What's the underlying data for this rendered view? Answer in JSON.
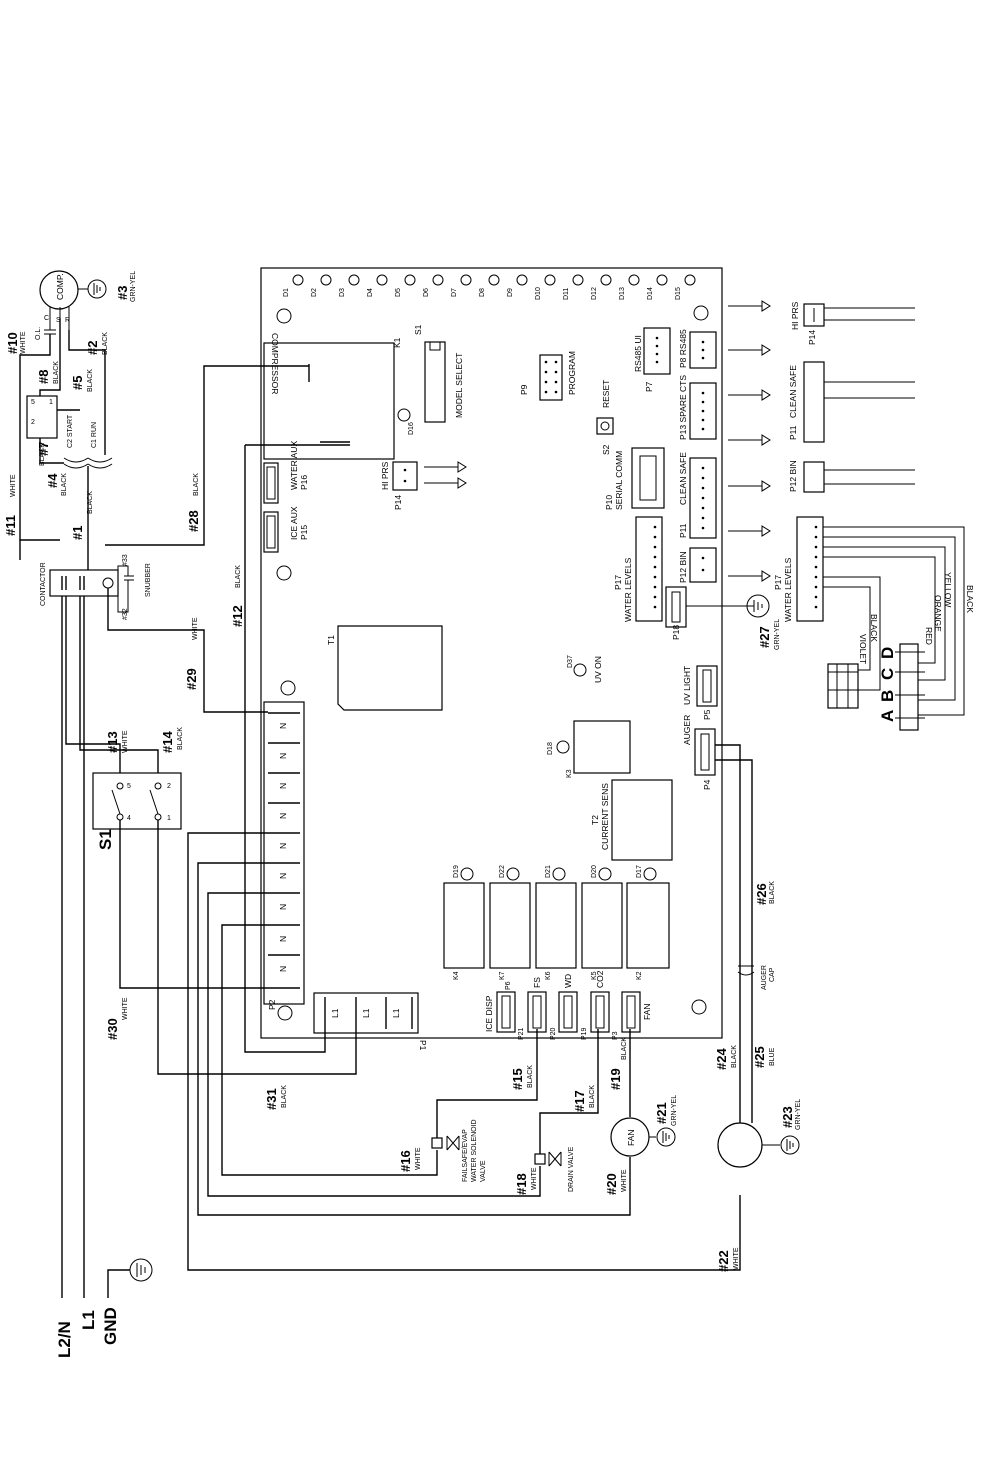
{
  "labels": {
    "comp": "COMP.",
    "gnd3": "#3",
    "gnd3c": "GRN-YEL",
    "w10": "#10",
    "w10c": "WHITE",
    "w2": "#2",
    "w2c": "BLACK",
    "w8": "#8",
    "w8c": "BLACK",
    "w5": "#5",
    "w5c": "BLACK",
    "w7": "#7",
    "w7c": "BLACK",
    "w4": "#4",
    "w4c": "BLACK",
    "w1": "#1",
    "w1c": "BLACK",
    "w11": "#11",
    "w11c": "WHITE",
    "w28": "#28",
    "w28c": "BLACK",
    "w12": "#12",
    "w12c": "BLACK",
    "w29": "#29",
    "w29c": "WHITE",
    "w13": "#13",
    "w13c": "WHITE",
    "w14": "#14",
    "w14c": "BLACK",
    "w30": "#30",
    "w30c": "WHITE",
    "w31": "#31",
    "w31c": "BLACK",
    "w15": "#15",
    "w15c": "BLACK",
    "w16": "#16",
    "w16c": "WHITE",
    "w17": "#17",
    "w17c": "BLACK",
    "w18": "#18",
    "w18c": "WHITE",
    "w19": "#19",
    "w19c": "BLACK",
    "w20": "#20",
    "w20c": "WHITE",
    "w21": "#21",
    "w21c": "GRN-YEL",
    "w22": "#22",
    "w22c": "WHITE",
    "w23": "#23",
    "w23c": "GRN-YEL",
    "w24": "#24",
    "w24c": "BLACK",
    "w25": "#25",
    "w25c": "BLUE",
    "w26": "#26",
    "w26c": "BLACK",
    "w27": "#27",
    "w27c": "GRN-YEL",
    "ol": "O.L.",
    "c2": "C2 START",
    "c1": "C1 RUN",
    "contactor": "CONTACTOR",
    "snubber": "SNUBBER",
    "s33": "#33",
    "s32": "#32",
    "s1": "S1",
    "l2n": "L2/N",
    "l1": "L1",
    "gnd": "GND",
    "fan": "FAN",
    "falsafe": "FAILSAFE/EVAP",
    "solenoid": "WATER SOLENOID",
    "valve": "VALVE",
    "drain": "DRAIN VALVE",
    "augercap": "AUGER",
    "augercap2": "CAP",
    "hiprs_r": "HI PRS",
    "p14_r": "P14",
    "cleansafe_r": "CLEAN SAFE",
    "p11_r": "P11",
    "bin_r": "P12 BIN",
    "wl_r": "WATER LEVELS",
    "p17_r": "P17",
    "violet": "VIOLET",
    "black_c": "BLACK",
    "red": "RED",
    "orange": "ORANGE",
    "yellow": "YELLOW",
    "black_d": "BLACK",
    "a": "A",
    "b": "B",
    "c": "C",
    "d": "D"
  },
  "board": {
    "leds": [
      "D1",
      "D2",
      "D3",
      "D4",
      "D5",
      "D6",
      "D7",
      "D8",
      "D9",
      "D10",
      "D11",
      "D12",
      "D13",
      "D14",
      "D15"
    ],
    "compressor": "COMPRESSOR",
    "k1": "K1",
    "s1": "S1",
    "model_select": "MODEL SELECT",
    "d16": "D16",
    "p9": "P9",
    "program": "PROGRAM",
    "reset": "RESET",
    "s2": "S2",
    "p10": "P10",
    "serial": "SERIAL COMM",
    "rs485ui": "RS485 UI",
    "p7": "P7",
    "p8": "P8 RS485",
    "p13": "P13 SPARE CTS",
    "p11": "P11",
    "cleansafe": "CLEAN SAFE",
    "p12": "P12 BIN",
    "p17": "P17",
    "water_levels": "WATER LEVELS",
    "p18": "P18",
    "hiprs": "HI PRS",
    "p14": "P14",
    "water_aux": "WATER AUX",
    "p16": "P16",
    "ice_aux": "ICE AUX",
    "p15": "P15",
    "t1": "T1",
    "d37": "D37",
    "uvon": "UV ON",
    "uvlight": "UV LIGHT",
    "p5": "P5",
    "auger": "AUGER",
    "p4": "P4",
    "d18": "D18",
    "k3": "K3",
    "t2": "T2",
    "current": "CURRENT SENS",
    "relay_leds": [
      "D19",
      "D22",
      "D21",
      "D20",
      "D17"
    ],
    "relays": [
      "K4",
      "K7",
      "K6",
      "K5",
      "K2"
    ],
    "p2": "P2",
    "p1": "P1",
    "n": "N",
    "l1": "L1",
    "ice_disp": "ICE DISP",
    "p6": "P6",
    "fs": "FS",
    "p21": "P21",
    "wd": "WD",
    "p20": "P20",
    "co2": "CO2",
    "p19": "P19",
    "fanc": "FAN",
    "p3": "P3"
  }
}
